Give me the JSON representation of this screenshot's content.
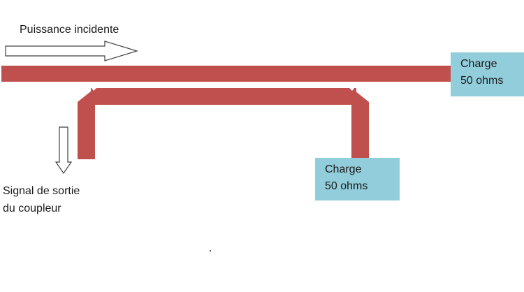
{
  "diagram": {
    "incident_label": "Puissance incidente",
    "output_label": {
      "line1": "Signal de sortie",
      "line2": "du coupleur"
    },
    "load_main": {
      "line1": "Charge",
      "line2": "50 ohms"
    },
    "load_coupled": {
      "line1": "Charge",
      "line2": "50 ohms"
    }
  },
  "colors": {
    "line": "#c0504d",
    "load_fill": "#92cddc",
    "arrow_stroke": "#404040",
    "arrow_fill": "#ffffff",
    "text": "#1a1a1a"
  },
  "icons": {
    "incident_arrow": "arrow-right-icon",
    "output_arrow": "arrow-down-icon"
  }
}
